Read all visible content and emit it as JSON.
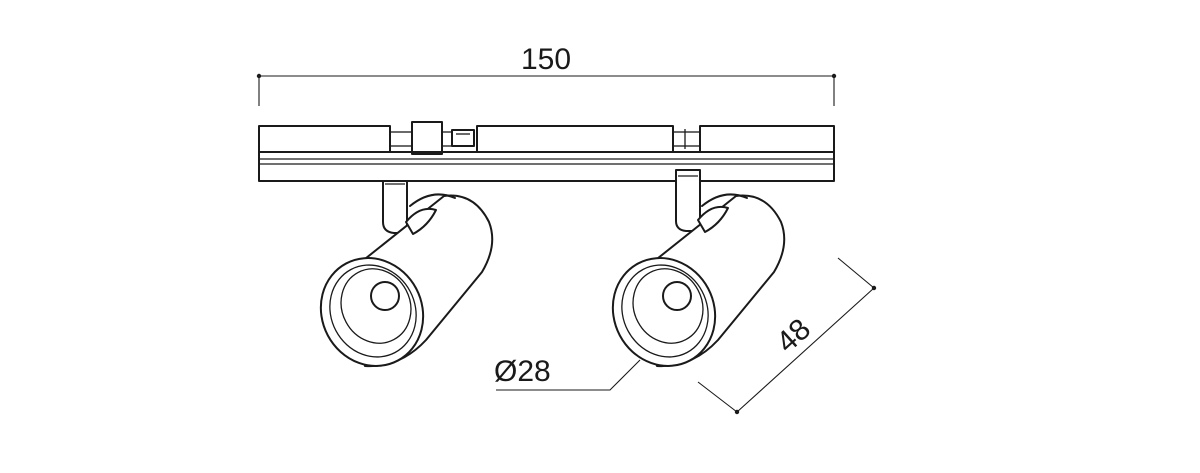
{
  "dimensions": {
    "width_label": "150",
    "depth_label": "48",
    "diameter_label": "Ø28"
  },
  "colors": {
    "line": "#1a1a1a",
    "background": "#ffffff"
  }
}
